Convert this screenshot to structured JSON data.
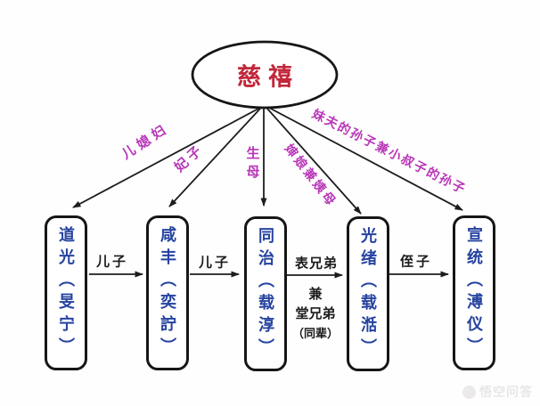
{
  "figure": {
    "title_node": {
      "label": "慈禧"
    },
    "emperors": [
      {
        "reign": "道光",
        "given_name": "旻宁",
        "display": "道光（旻宁）"
      },
      {
        "reign": "咸丰",
        "given_name": "奕詝",
        "display": "咸丰（奕詝）"
      },
      {
        "reign": "同治",
        "given_name": "载淳",
        "display": "同治（载淳）"
      },
      {
        "reign": "光绪",
        "given_name": "载湉",
        "display": "光绪（载湉）"
      },
      {
        "reign": "宣统",
        "given_name": "溥仪",
        "display": "宣统（溥仪）"
      }
    ],
    "relations_from_cixi": [
      {
        "to": "道光",
        "label": "儿媳妇"
      },
      {
        "to": "咸丰",
        "label": "妃子"
      },
      {
        "to": "同治",
        "label": "生母"
      },
      {
        "to": "光绪",
        "label": "婶娘兼姨母"
      },
      {
        "to": "宣统",
        "label": "妹夫的孙子兼小叔子的孙子"
      }
    ],
    "relations_between_emperors": [
      {
        "from": "道光",
        "to": "咸丰",
        "label": "儿子"
      },
      {
        "from": "咸丰",
        "to": "同治",
        "label": "儿子"
      },
      {
        "from": "同治",
        "to": "光绪",
        "label": "表兄弟",
        "label_line2": "兼",
        "label_line3": "堂兄弟",
        "label_line4": "（同辈）"
      },
      {
        "from": "光绪",
        "to": "宣统",
        "label": "侄子"
      }
    ],
    "watermark": "悟空问答"
  },
  "colors": {
    "cixi_red": "#c2273a",
    "emperor_blue": "#2643a0",
    "relation_magenta": "#b836b8",
    "line_black": "#1d1d1d"
  }
}
